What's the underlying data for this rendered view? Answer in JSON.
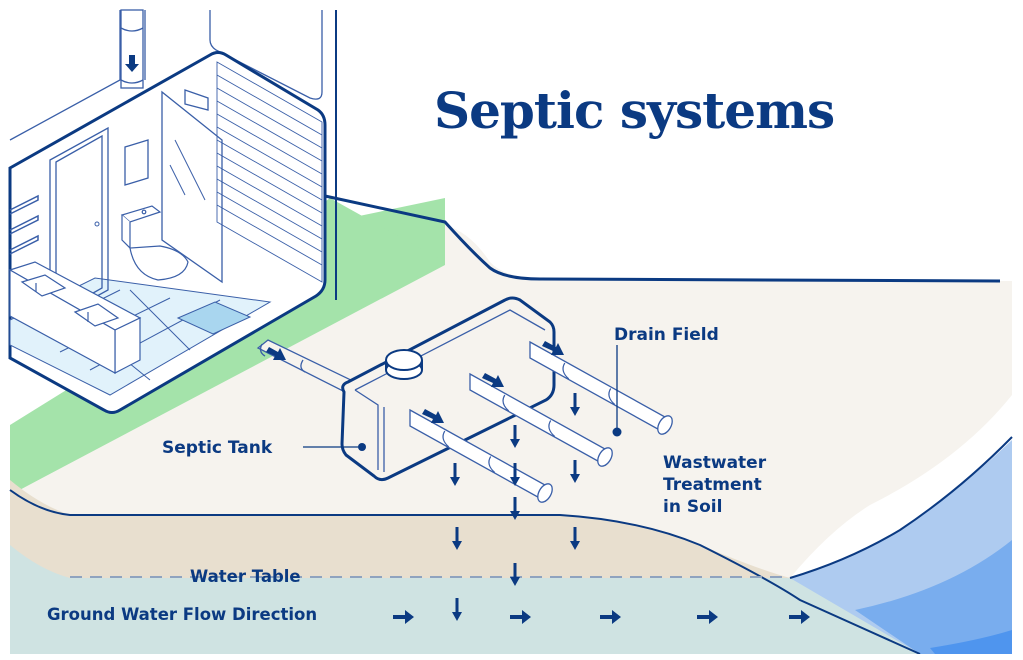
{
  "title": "Septic systems",
  "labels": {
    "septic_tank": "Septic Tank",
    "drain_field": "Drain Field",
    "treatment_line1": "Wastwater",
    "treatment_line2": "Treatment",
    "treatment_line3": "in Soil",
    "water_table": "Water Table",
    "ground_water_flow": "Ground Water Flow Direction"
  },
  "colors": {
    "ink": "#0b3a82",
    "grass": "#a4e3aa",
    "soil_surface": "#f6f3ee",
    "soil_deep": "#e8dfcf",
    "groundwater": "#cfe3e2",
    "water_light": "#aecbf0",
    "water_mid": "#79adee",
    "water_deep": "#4f95ee",
    "floor_tile": "#e1f2fb",
    "mat": "#a9d6ef"
  },
  "icons": {
    "flow_down": "arrow-down",
    "flow_right": "arrow-right",
    "leader_dot": "dot"
  }
}
